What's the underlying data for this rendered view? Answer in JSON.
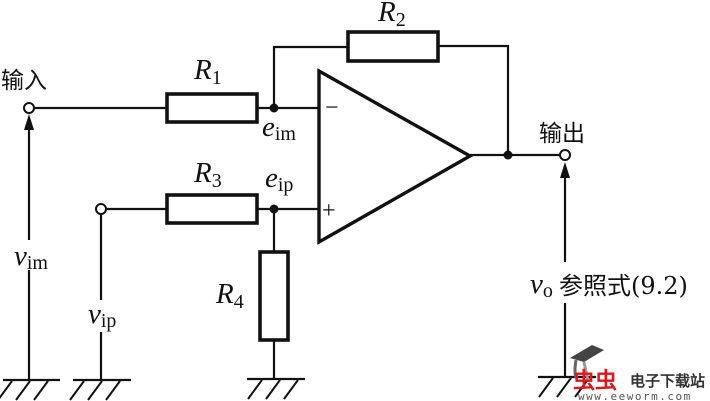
{
  "diagram": {
    "title": "Differential amplifier (op-amp) circuit",
    "labels": {
      "input": "输入",
      "output": "输出",
      "r1": "R",
      "r1_sub": "1",
      "r2": "R",
      "r2_sub": "2",
      "r3": "R",
      "r3_sub": "3",
      "r4": "R",
      "r4_sub": "4",
      "e_im": "e",
      "e_im_sub": "im",
      "e_ip": "e",
      "e_ip_sub": "ip",
      "v_im": "v",
      "v_im_sub": "im",
      "v_ip": "v",
      "v_ip_sub": "ip",
      "v_o": "v",
      "v_o_sub": "o",
      "v_o_note": "参照式(9.2)",
      "minus_sign": "−",
      "plus_sign": "+"
    },
    "components": [
      {
        "id": "R1",
        "type": "resistor",
        "from": "input-terminal",
        "to": "e_im"
      },
      {
        "id": "R2",
        "type": "resistor",
        "from": "e_im",
        "to": "output"
      },
      {
        "id": "R3",
        "type": "resistor",
        "from": "v_ip-terminal",
        "to": "e_ip"
      },
      {
        "id": "R4",
        "type": "resistor",
        "from": "e_ip",
        "to": "ground"
      },
      {
        "id": "U1",
        "type": "op-amp",
        "inverting": "e_im",
        "non_inverting": "e_ip",
        "out": "output"
      }
    ]
  },
  "watermark": {
    "logo_text": "虫虫",
    "site_name": "电子下载站",
    "url": "www.eeworm.com",
    "brand_color": "#e0161b"
  }
}
